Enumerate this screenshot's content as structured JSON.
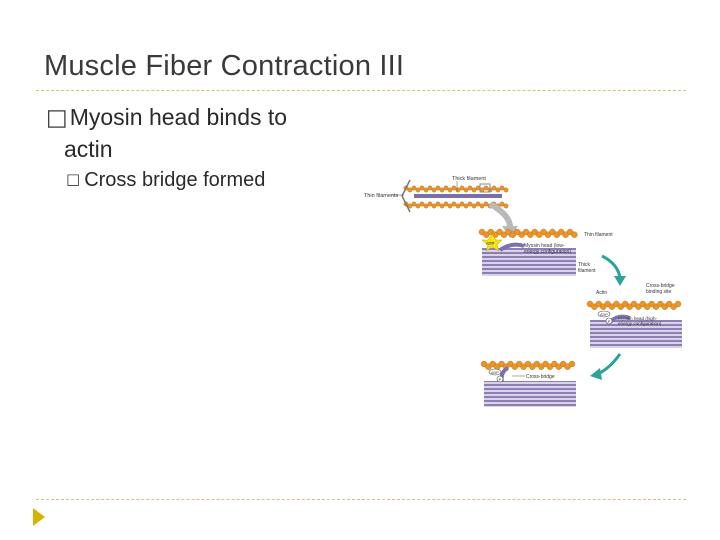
{
  "slide": {
    "title": "Muscle Fiber Contraction III",
    "bullets": [
      {
        "icon": "checkbox-bullet-icon",
        "text_line1": "Myosin head binds to",
        "text_line2": "actin"
      }
    ],
    "sub_bullets": [
      {
        "icon": "checkbox-bullet-icon",
        "text": "Cross bridge formed"
      }
    ]
  },
  "diagram": {
    "labels": {
      "thick_filament": "Thick filament",
      "thin_filaments": "Thin filaments",
      "thin_filament": "Thin filament",
      "myosin_low_1": "Myosin head (low-",
      "myosin_low_2": "energy configuration)",
      "thick_filament_2a": "Thick",
      "thick_filament_2b": "filament",
      "atp": "ATP",
      "cross_bridge_site_1": "Cross-bridge",
      "cross_bridge_site_2": "binding site",
      "actin": "Actin",
      "myosin_high_1": "Myosin head (high-",
      "myosin_high_2": "energy configuration)",
      "adp": "ADP",
      "p": "P",
      "cross_bridge": "Cross-bridge"
    },
    "colors": {
      "actin": "#e8962a",
      "myosin_band": "#8e7fb3",
      "arrow_teal": "#2aa39a",
      "arrow_gray": "#b9b9b9",
      "atp_star": "#f2e21a"
    }
  },
  "theme": {
    "rule_color": "#d4c37a",
    "nav_color": "#d8b200"
  }
}
